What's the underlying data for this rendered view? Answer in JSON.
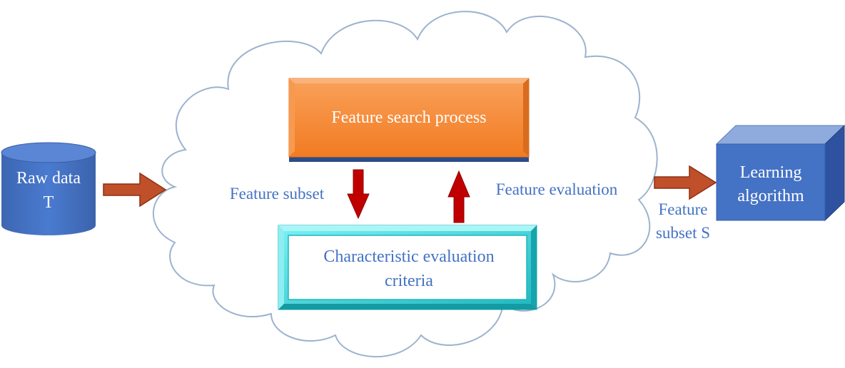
{
  "raw_data": {
    "line1": "Raw data",
    "line2": "T"
  },
  "search_box": {
    "label": "Feature search process"
  },
  "criteria_box": {
    "line1": "Characteristic evaluation",
    "line2": "criteria"
  },
  "labels": {
    "feature_subset": "Feature subset",
    "feature_evaluation": "Feature evaluation",
    "feature_subset_s_line1": "Feature",
    "feature_subset_s_line2": "subset S"
  },
  "learning": {
    "line1": "Learning",
    "line2": "algorithm"
  },
  "colors": {
    "cylinder": "#4472C4",
    "cloud_fill": "#FFFFFF",
    "cloud_stroke": "#9DB3CE",
    "search_box": "#F68B35",
    "criteria_border": "#2DD4DA",
    "cube": "#4472C4",
    "arrow_flow": "#C0502A",
    "arrow_vertical": "#C00000",
    "label_text": "#4472C4"
  }
}
